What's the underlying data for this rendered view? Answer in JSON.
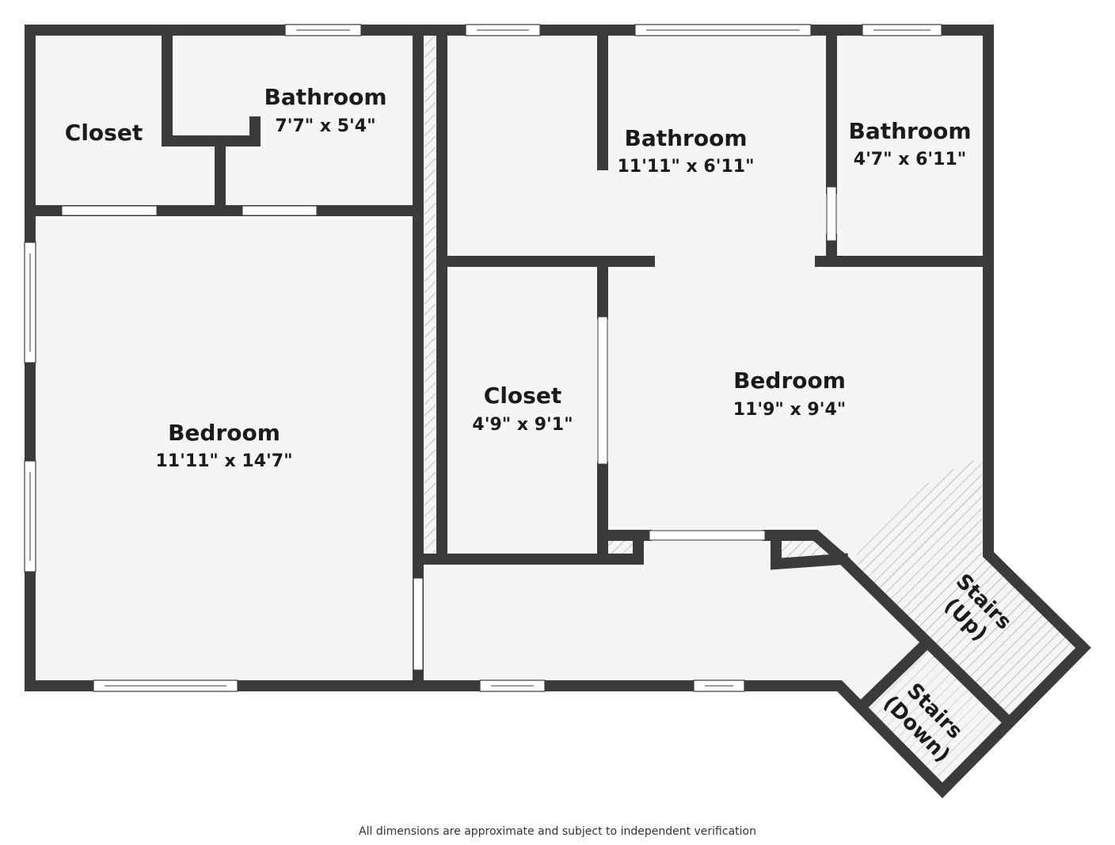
{
  "plan": {
    "colors": {
      "wall": "#3b3b3b",
      "floor": "#f5f5f5",
      "window": "#ffffff",
      "hatch": "#8a8a8a"
    },
    "rooms": [
      {
        "id": "closet-top-left",
        "name": "Closet",
        "dims": ""
      },
      {
        "id": "bathroom-top-left",
        "name": "Bathroom",
        "dims": "7'7\" x 5'4\""
      },
      {
        "id": "bedroom-left",
        "name": "Bedroom",
        "dims": "11'11\" x 14'7\""
      },
      {
        "id": "bathroom-top-middle",
        "name": "Bathroom",
        "dims": "11'11\" x 6'11\""
      },
      {
        "id": "bathroom-top-right",
        "name": "Bathroom",
        "dims": "4'7\" x 6'11\""
      },
      {
        "id": "closet-middle",
        "name": "Closet",
        "dims": "4'9\" x 9'1\""
      },
      {
        "id": "bedroom-right",
        "name": "Bedroom",
        "dims": "11'9\" x 9'4\""
      }
    ],
    "stairs": {
      "up": {
        "word": "Stairs",
        "direction": "(Up)"
      },
      "down": {
        "word": "Stairs",
        "direction": "(Down)"
      }
    },
    "disclaimer": "All dimensions are approximate and subject to independent verification"
  }
}
